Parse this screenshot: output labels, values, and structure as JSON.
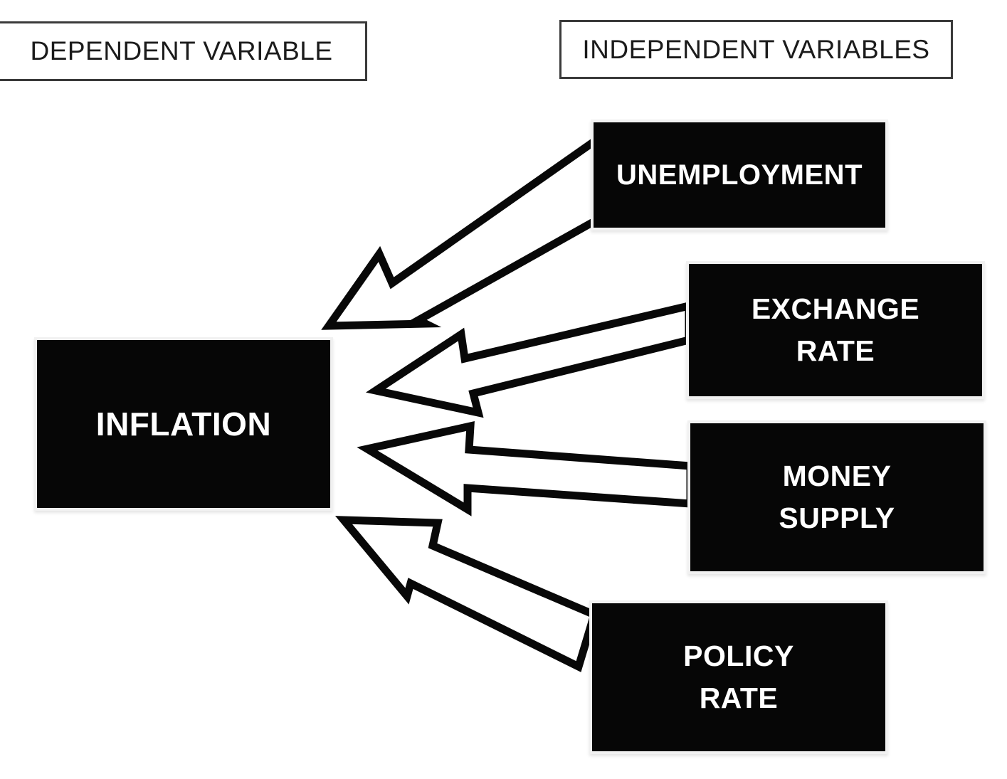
{
  "diagram": {
    "title_dependent": "DEPENDENT VARIABLE",
    "title_independent": "INDEPENDENT VARIABLES",
    "background_color": "#ffffff",
    "box_fill_color": "#060606",
    "box_text_color": "#ffffff",
    "arrow_fill_color": "#ffffff",
    "arrow_stroke_color": "#080808",
    "header_border_color": "#3a3a3a"
  },
  "headers": [
    {
      "id": "dependent",
      "label": "DEPENDENT VARIABLE"
    },
    {
      "id": "independent",
      "label": "INDEPENDENT VARIABLES"
    }
  ],
  "dependent_variable": {
    "id": "inflation",
    "label": "INFLATION",
    "lines": [
      "INFLATION"
    ]
  },
  "independent_variables": [
    {
      "id": "unemployment",
      "label": "UNEMPLOYMENT",
      "lines": [
        "UNEMPLOYMENT"
      ]
    },
    {
      "id": "exchange-rate",
      "label": "EXCHANGE RATE",
      "lines": [
        "EXCHANGE",
        "RATE"
      ]
    },
    {
      "id": "money-supply",
      "label": "MONEY SUPPLY",
      "lines": [
        "MONEY",
        "SUPPLY"
      ]
    },
    {
      "id": "policy-rate",
      "label": "POLICY RATE",
      "lines": [
        "POLICY",
        "RATE"
      ]
    }
  ],
  "relationships": [
    {
      "from": "UNEMPLOYMENT",
      "to": "INFLATION",
      "arrow": "block-arrow-left"
    },
    {
      "from": "EXCHANGE RATE",
      "to": "INFLATION",
      "arrow": "block-arrow-left"
    },
    {
      "from": "MONEY SUPPLY",
      "to": "INFLATION",
      "arrow": "block-arrow-left"
    },
    {
      "from": "POLICY RATE",
      "to": "INFLATION",
      "arrow": "block-arrow-left"
    }
  ]
}
